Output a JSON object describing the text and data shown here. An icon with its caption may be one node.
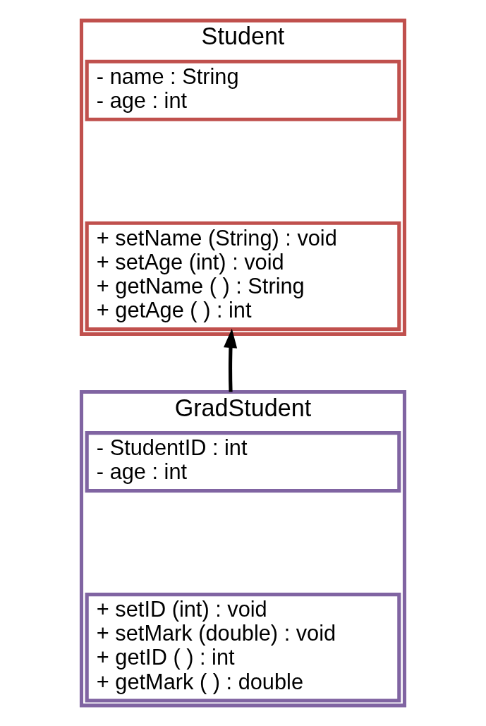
{
  "diagram": {
    "nodes": [
      {
        "text": [
          "Student"
        ]
      },
      {
        "text": [
          "- name : String",
          "- age : int"
        ],
        "in": 0
      },
      {
        "text": [
          "+ setName (String) : void",
          "+ setAge (int) : void",
          "+ getName ( ) : String",
          "+ getAge ( ) : int"
        ],
        "in": 0
      },
      {
        "text": [
          "GradStudent"
        ]
      },
      {
        "text": [
          "- StudentID : int",
          "- age : int"
        ],
        "in": 3
      },
      {
        "text": [
          "+ setID (int) : void",
          "+ setMark (double) : void",
          "+ getID ( ) : int",
          "+ getMark ( ) : double"
        ],
        "in": 3
      }
    ],
    "edges": [
      {
        "from": 3,
        "to": 0,
        "arrow": "to"
      }
    ]
  }
}
